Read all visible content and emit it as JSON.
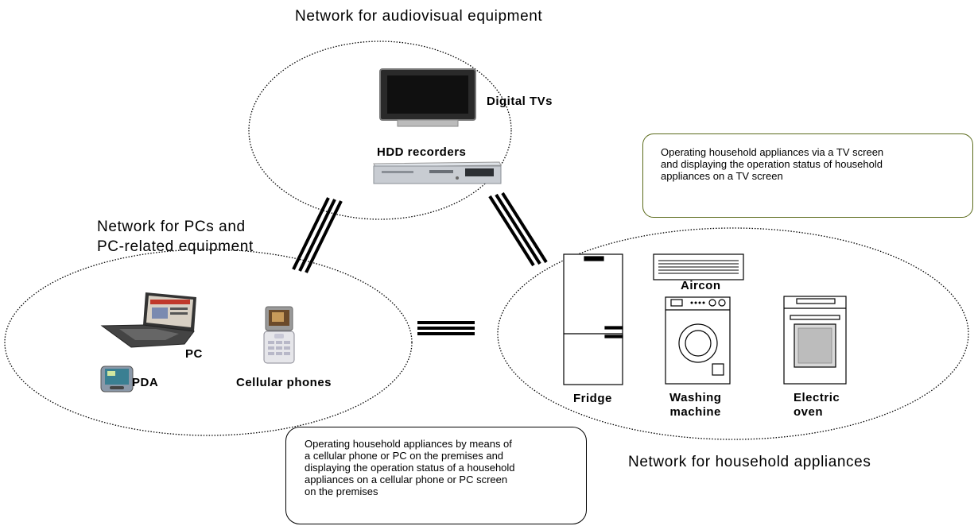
{
  "networks": {
    "av": {
      "title": "Network for audiovisual equipment"
    },
    "pc": {
      "title_lines": [
        "Network for PCs and",
        "PC-related equipment"
      ]
    },
    "home": {
      "title": "Network for household appliances"
    }
  },
  "devices": {
    "digital_tvs": "Digital TVs",
    "hdd_recorders": "HDD recorders",
    "pc": "PC",
    "pda": "PDA",
    "cellular_phones": "Cellular phones",
    "aircon": "Aircon",
    "fridge": "Fridge",
    "washing_machine": [
      "Washing",
      "machine"
    ],
    "electric_oven": [
      "Electric",
      "oven"
    ]
  },
  "notes": {
    "tv_note": [
      "Operating household appliances via a TV screen",
      "and displaying the operation status of household",
      "appliances on a TV screen"
    ],
    "phone_note": [
      "Operating  household appliances by means of",
      "a cellular phone or PC on the premises  and",
      "displaying the operation status of a  household",
      "appliances on a cellular phone or PC screen",
      "on the premises"
    ]
  },
  "colors": {
    "tv_note_border": "#5a6a1a",
    "phone_note_border": "#000000",
    "ellipse_stroke": "#000000"
  }
}
